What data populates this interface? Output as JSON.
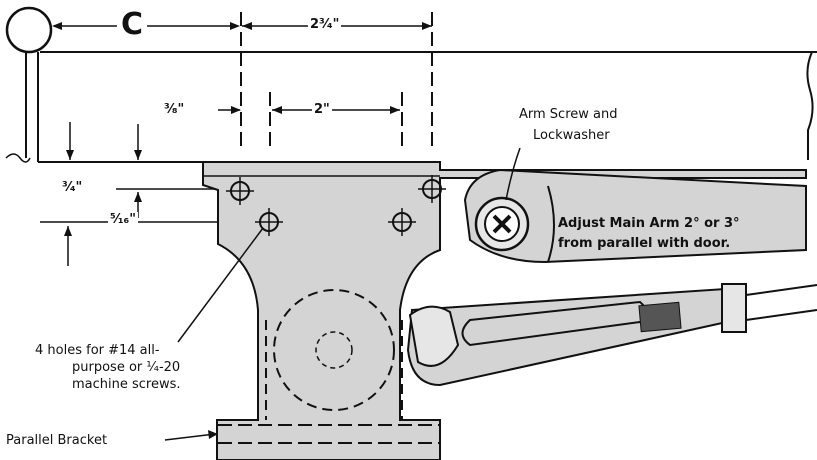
{
  "dimensions": {
    "c": "C",
    "two_three_quarters": "2³⁄₄\"",
    "three_eighths": "³⁄₈\"",
    "two": "2\"",
    "three_quarters": "³⁄₄\"",
    "five_sixteenths": "⁵⁄₁₆\""
  },
  "labels": {
    "arm_screw_line1": "Arm Screw and",
    "arm_screw_line2": "Lockwasher",
    "adjust_line1": "Adjust Main Arm 2° or 3°",
    "adjust_line2": "from parallel with door.",
    "holes_line1": "4 holes for #14 all-",
    "holes_line2": "purpose or ¹⁄₄-20",
    "holes_line3": "machine screws.",
    "parallel_bracket": "Parallel Bracket"
  },
  "colors": {
    "bracket_fill": "#d4d4d4",
    "line": "#111111"
  }
}
